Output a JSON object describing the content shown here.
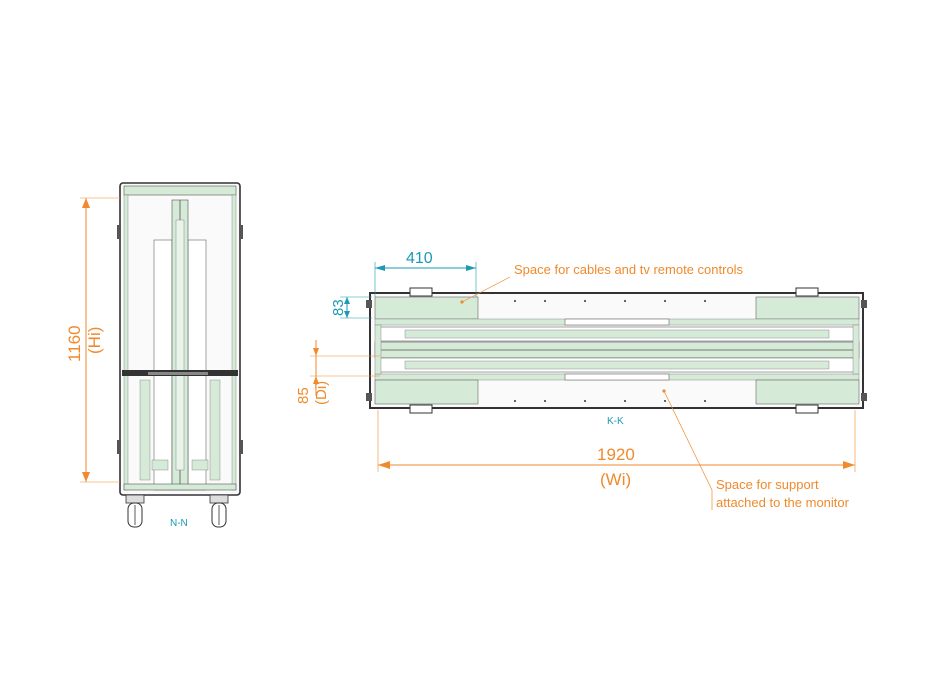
{
  "side_view": {
    "section_label": "N-N",
    "height_value": "1160",
    "height_symbol": "(Hi)"
  },
  "top_view": {
    "section_label": "K-K",
    "compartment_width_value": "410",
    "compartment_depth_value": "83",
    "inner_depth_value": "85",
    "inner_depth_symbol": "(Di)",
    "width_value": "1920",
    "width_symbol": "(Wi)",
    "note_cables": "Space for cables and tv remote controls",
    "note_support_line1": "Space for support",
    "note_support_line2": "attached to the monitor"
  },
  "colors": {
    "dimension_orange": "#f08a2c",
    "dimension_teal": "#1b9ab5",
    "foam_green": "#d6ead8",
    "outline": "#333333"
  }
}
